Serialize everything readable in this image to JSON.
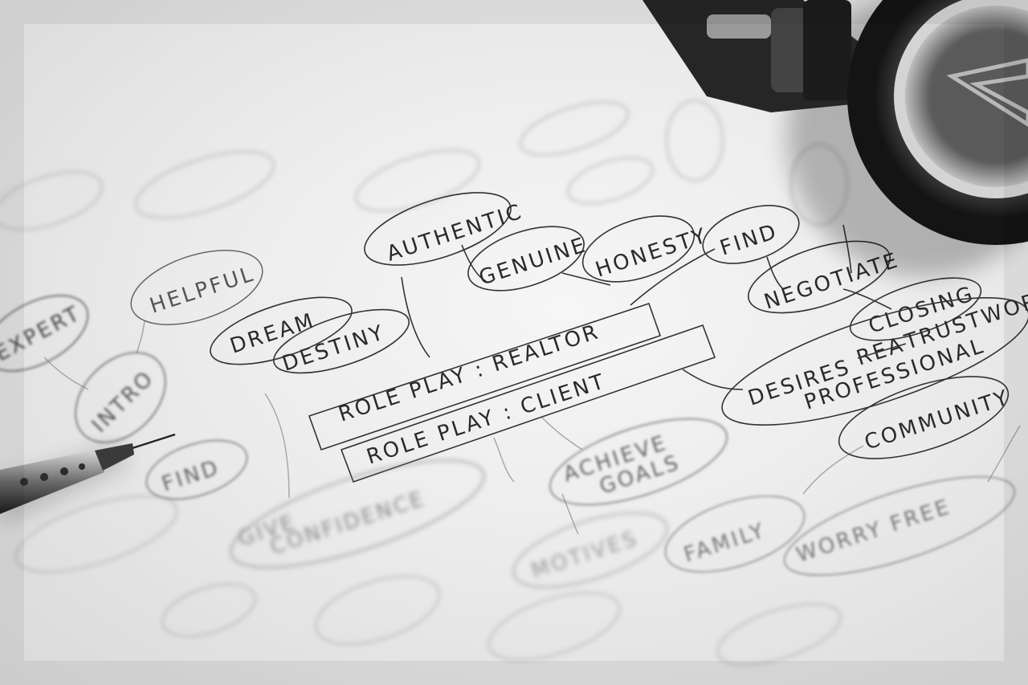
{
  "mind_map": {
    "center_primary": "ROLE PLAY : REALTOR",
    "center_secondary": "ROLE PLAY : CLIENT",
    "nodes": {
      "dream": "DREAM",
      "destiny": "DESTINY",
      "authentic": "AUTHENTIC",
      "genuine": "GENUINE",
      "honesty": "HONESTY",
      "find": "FIND",
      "negotiate": "NEGOTIATE",
      "closing": "CLOSING",
      "desires_word": "DESIRES",
      "desires_struck": "REA",
      "trustworthy": "TRUSTWORT",
      "professional": "PROFESSIONAL",
      "community": "COMMUNITY",
      "achieve_goals_1": "ACHIEVE",
      "achieve_goals_2": "GOALS",
      "family": "FAMILY",
      "worry_free": "WORRY FREE",
      "helpful": "HELPFUL",
      "expert": "EXPERT",
      "intro": "INTRO",
      "find_left": "FIND",
      "give_confidence_1": "GIVE",
      "give_confidence_2": "CONFIDENCE",
      "motives": "MOTIVES"
    }
  }
}
